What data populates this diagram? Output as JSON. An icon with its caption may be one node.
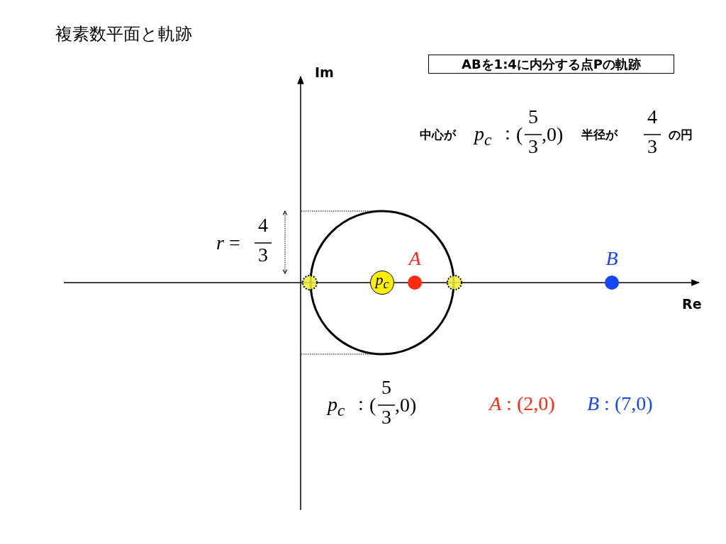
{
  "diagram": {
    "title": "複素数平面と軌跡",
    "nodes": [
      {
        "text": [
          "ABを1:4に内分する点Pの軌跡"
        ]
      },
      {
        "text": [
          "p$_{c}$"
        ]
      },
      {
        "text": [],
        "shape": "circle",
        "beside": [
          "A"
        ]
      },
      {
        "text": [],
        "shape": "circle",
        "beside": [
          "B"
        ]
      }
    ],
    "labels": [
      "Im",
      "中心が",
      "p$_{c}$",
      ":",
      "(",
      "5",
      "3",
      ",0)",
      "半径が",
      "4",
      "3",
      "の円",
      "*r* =",
      "4",
      "3",
      "Re",
      "p$_{c}$",
      ":",
      "(",
      "5",
      "3",
      ",0)",
      "A : (2,0)",
      "B : (7,0)"
    ]
  }
}
